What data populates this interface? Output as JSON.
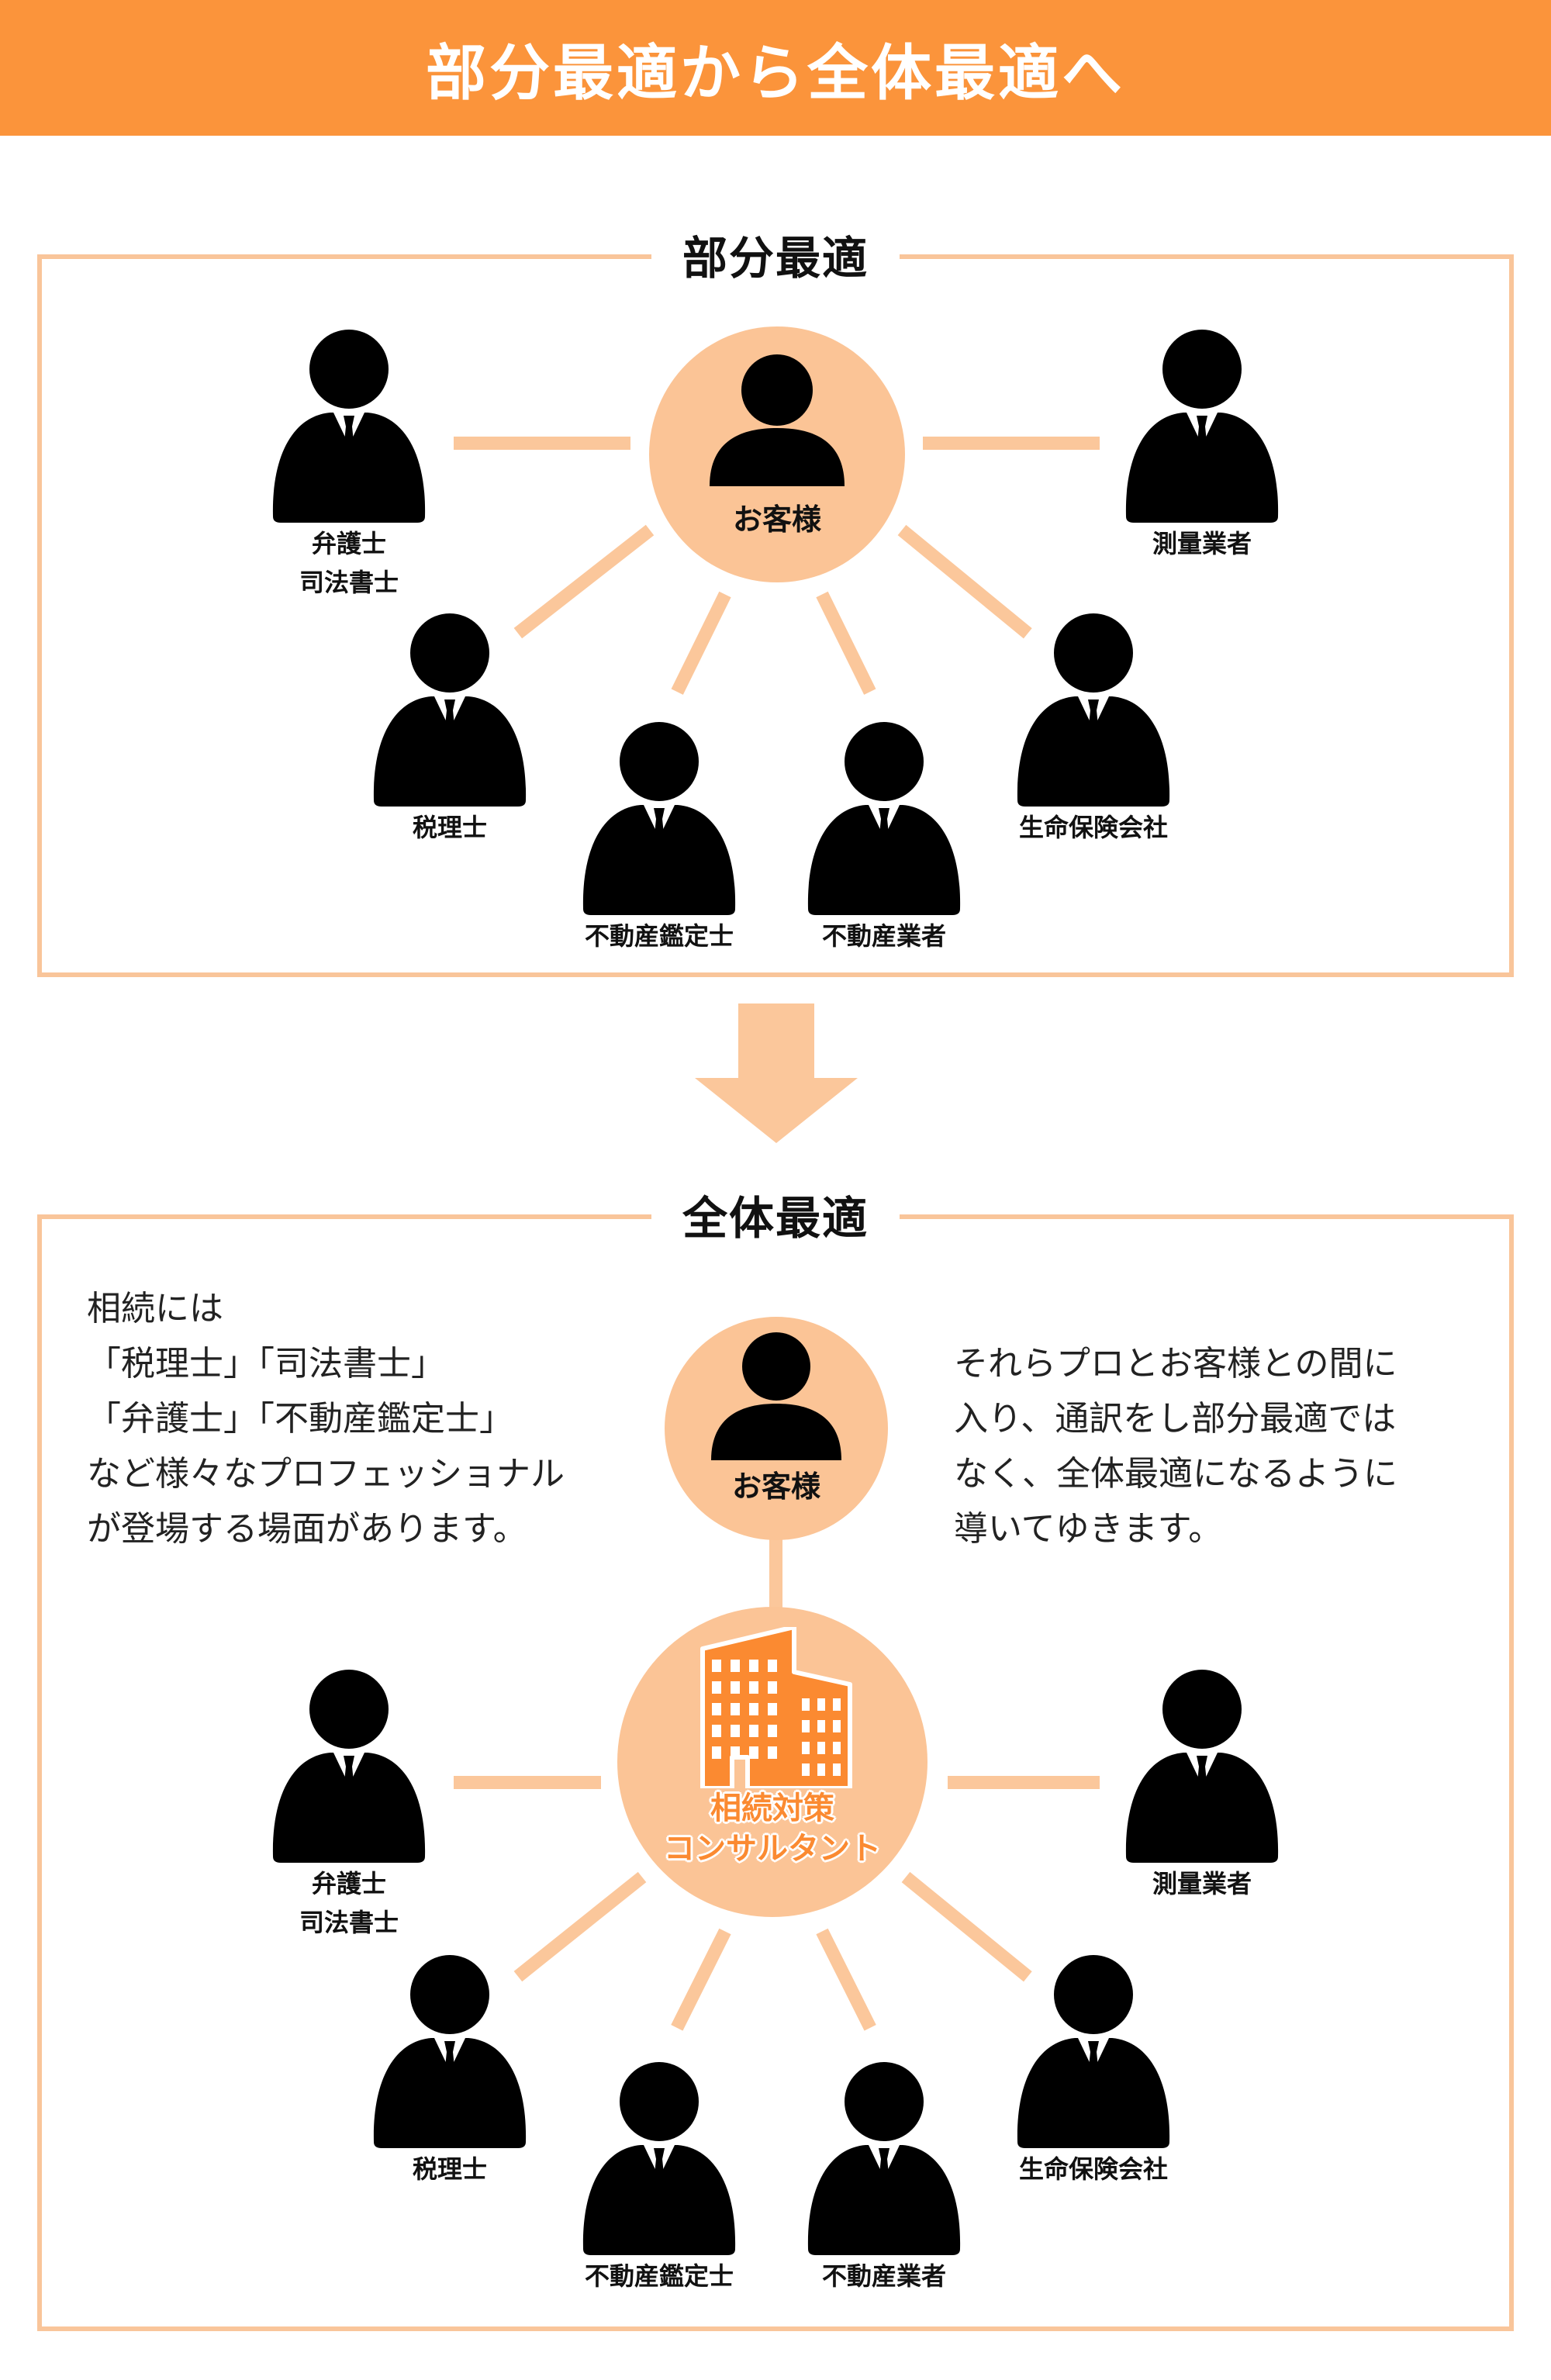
{
  "header": {
    "title": "部分最適から全体最適へ"
  },
  "partial": {
    "title": "部分最適",
    "hub_label": "お客様",
    "professionals": [
      {
        "lines": [
          "弁護士",
          "司法書士"
        ]
      },
      {
        "lines": [
          "税理士"
        ]
      },
      {
        "lines": [
          "不動産鑑定士"
        ]
      },
      {
        "lines": [
          "不動産業者"
        ]
      },
      {
        "lines": [
          "生命保険会社"
        ]
      },
      {
        "lines": [
          "測量業者"
        ]
      }
    ]
  },
  "overall": {
    "title": "全体最適",
    "client_label": "お客様",
    "consultant_lines": [
      "相続対策",
      "コンサルタント"
    ],
    "left_text": [
      "相続には",
      "「税理士」「司法書士」",
      "「弁護士」「不動産鑑定士」",
      "など様々なプロフェッショナル",
      "が登場する場面があります。"
    ],
    "right_text": [
      "それらプロとお客様との間に",
      "入り、通訳をし部分最適では",
      "なく、全体最適になるように",
      "導いてゆきます。"
    ],
    "professionals": [
      {
        "lines": [
          "弁護士",
          "司法書士"
        ]
      },
      {
        "lines": [
          "税理士"
        ]
      },
      {
        "lines": [
          "不動産鑑定士"
        ]
      },
      {
        "lines": [
          "不動産業者"
        ]
      },
      {
        "lines": [
          "生命保険会社"
        ]
      },
      {
        "lines": [
          "測量業者"
        ]
      }
    ]
  },
  "colors": {
    "header_bg": "#fb943b",
    "border": "#f9c59a",
    "hub_fill": "#fbc496",
    "link": "#fbc79b",
    "accent": "#fb8a31"
  },
  "icons": [
    "person-icon",
    "customer-icon",
    "office-building-icon",
    "down-arrow-icon"
  ]
}
